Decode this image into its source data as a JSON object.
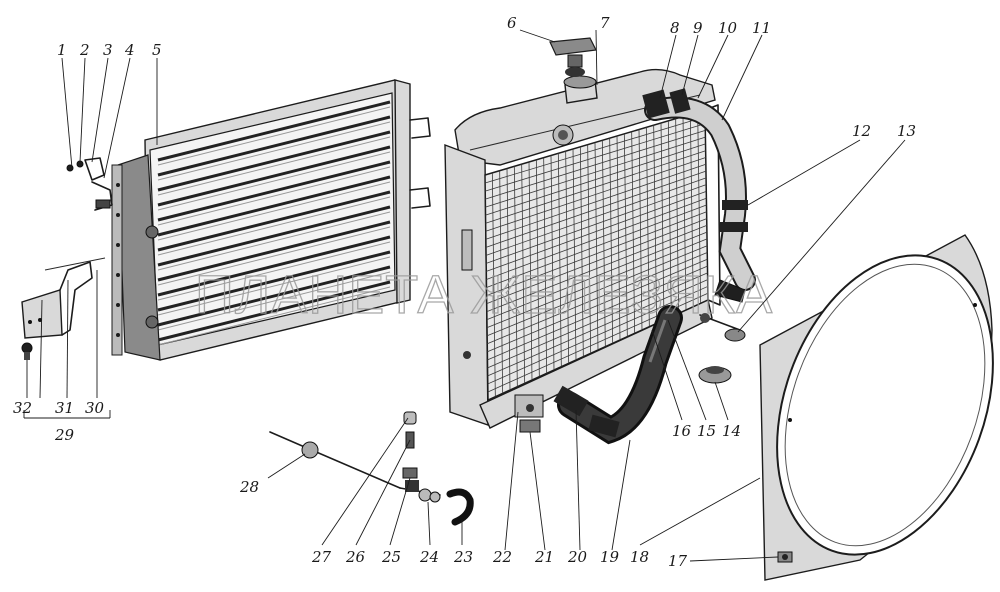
{
  "watermark": "ПЛАНЕТА ЖЕЛЕЗЯКА",
  "callouts": {
    "n1": "1",
    "n2": "2",
    "n3": "3",
    "n4": "4",
    "n5": "5",
    "n6": "6",
    "n7": "7",
    "n8": "8",
    "n9": "9",
    "n10": "10",
    "n11": "11",
    "n12": "12",
    "n13": "13",
    "n14": "14",
    "n15": "15",
    "n16": "16",
    "n17": "17",
    "n18": "18",
    "n19": "19",
    "n20": "20",
    "n21": "21",
    "n22": "22",
    "n23": "23",
    "n24": "24",
    "n25": "25",
    "n26": "26",
    "n27": "27",
    "n28": "28",
    "n29": "29",
    "n30": "30",
    "n31": "31",
    "n32": "32"
  },
  "parts": {
    "oil_cooler": "oil-cooler",
    "radiator": "radiator",
    "fan_shroud": "fan-shroud",
    "filler_cap": "filler-cap",
    "upper_hose": "upper-hose",
    "lower_hose": "lower-hose",
    "drain_rod": "drain-cock-rod",
    "bracket": "mounting-bracket"
  }
}
